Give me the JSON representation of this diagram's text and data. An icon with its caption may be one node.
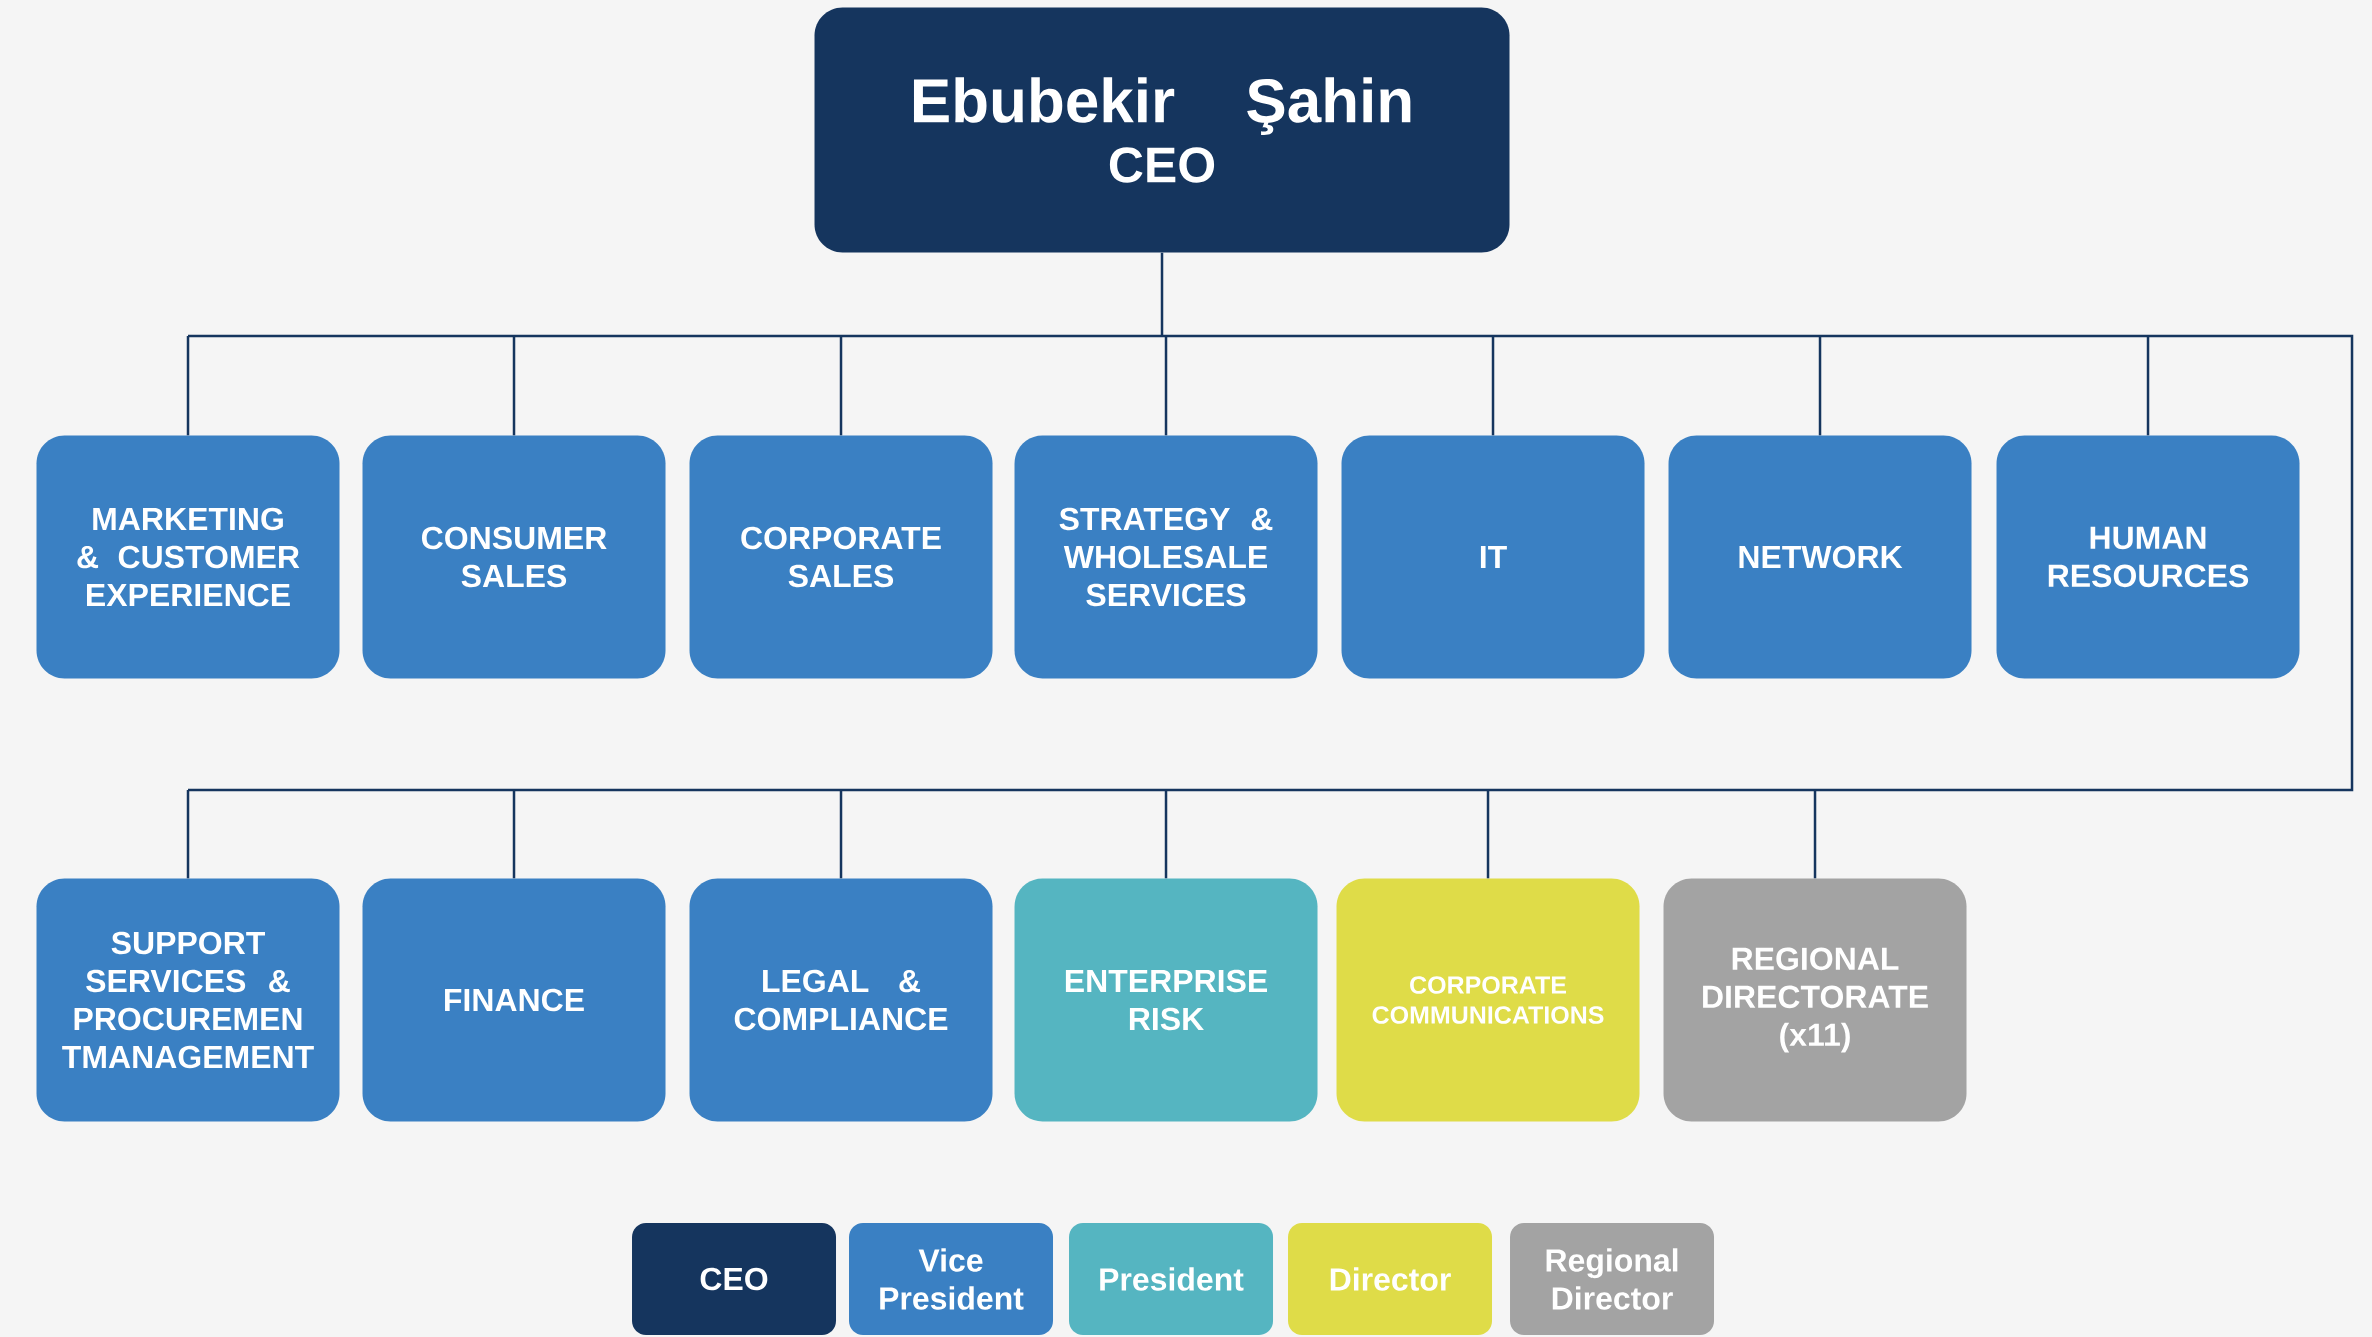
{
  "diagram": {
    "nodes": [
      {
        "text": [
          "Ebubekir Şahin",
          "CEO"
        ]
      },
      {
        "text": [
          "MARKETING & CUSTOMER EXPERIENCE"
        ]
      },
      {
        "text": [
          "CONSUMER SALES"
        ]
      },
      {
        "text": [
          "CORPORATE SALES"
        ]
      },
      {
        "text": [
          "STRATEGY & WHOLESALE SERVICES"
        ]
      },
      {
        "text": [
          "IT"
        ]
      },
      {
        "text": [
          "NETWORK"
        ]
      },
      {
        "text": [
          "HUMAN RESOURCES"
        ]
      },
      {
        "text": [
          "SUPPORT SERVICES & PROCUREMEN TMANAGEMENT"
        ]
      },
      {
        "text": [
          "FINANCE"
        ]
      },
      {
        "text": [
          "LEGAL & COMPLIANCE"
        ]
      },
      {
        "text": [
          "ENTERPRISE RISK"
        ]
      },
      {
        "text": [
          "CORPORATE COMMUNICATIONS"
        ]
      },
      {
        "text": [
          "REGIONAL DIRECTORATE (x11)"
        ]
      }
    ],
    "edges": [
      {
        "from": 0,
        "to": 1,
        "arrow": "none"
      },
      {
        "from": 0,
        "to": 2,
        "arrow": "none"
      },
      {
        "from": 0,
        "to": 3,
        "arrow": "none"
      },
      {
        "from": 0,
        "to": 4,
        "arrow": "none"
      },
      {
        "from": 0,
        "to": 5,
        "arrow": "none"
      },
      {
        "from": 0,
        "to": 6,
        "arrow": "none"
      },
      {
        "from": 0,
        "to": 7,
        "arrow": "none"
      },
      {
        "from": 0,
        "to": 8,
        "arrow": "none"
      },
      {
        "from": 0,
        "to": 9,
        "arrow": "none"
      },
      {
        "from": 0,
        "to": 10,
        "arrow": "none"
      },
      {
        "from": 0,
        "to": 11,
        "arrow": "none"
      },
      {
        "from": 0,
        "to": 12,
        "arrow": "none"
      },
      {
        "from": 0,
        "to": 13,
        "arrow": "none"
      }
    ],
    "legend": [
      {
        "text": "CEO",
        "color": "#15355e"
      },
      {
        "text": "Vice President",
        "color": "#3a80c3"
      },
      {
        "text": "President",
        "color": "#55b5c1"
      },
      {
        "text": "Director",
        "color": "#dfdc48"
      },
      {
        "text": "Regional Director",
        "color": "#a3a3a3"
      }
    ]
  }
}
